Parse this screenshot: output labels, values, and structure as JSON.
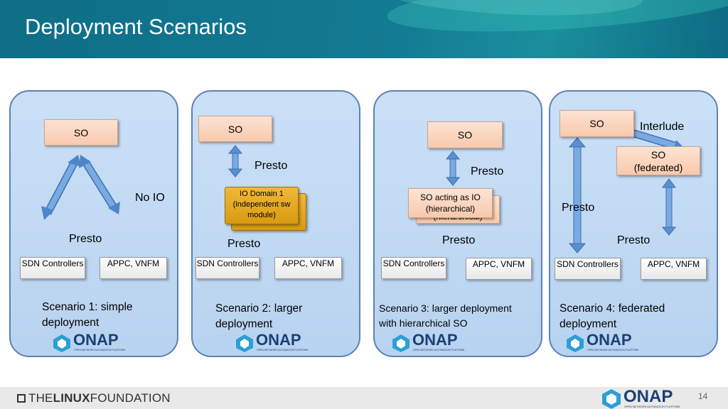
{
  "slide": {
    "title": "Deployment Scenarios",
    "page_number": "14",
    "footer_brand_thin": "THE",
    "footer_brand_bold": "LINUX",
    "footer_brand_rest": "FOUNDATION"
  },
  "onap": {
    "wordmark": "ONAP",
    "tagline": "OPEN NETWORK AUTOMATION PLATFORM"
  },
  "scenario1": {
    "so": "SO",
    "no_io": "No IO",
    "presto": "Presto",
    "sdn": "SDN Controllers",
    "appc": "APPC, VNFM",
    "caption_line1": "Scenario 1: simple",
    "caption_line2": "deployment"
  },
  "scenario2": {
    "so": "SO",
    "presto_top": "Presto",
    "io_domain": "IO Domain 1 (independent sw module)",
    "presto_bottom": "Presto",
    "sdn": "SDN Controllers",
    "appc": "APPC, VNFM",
    "caption_line1": "Scenario 2: larger",
    "caption_line2": "deployment"
  },
  "scenario3": {
    "so": "SO",
    "presto_top": "Presto",
    "so_io": "SO acting as IO (hierarchical)",
    "so_io_back": "(hierarchical)",
    "presto_bottom": "Presto",
    "sdn": "SDN Controllers",
    "appc": "APPC, VNFM",
    "caption_line1": "Scenario 3: larger deployment",
    "caption_line2": "with hierarchical SO"
  },
  "scenario4": {
    "so": "SO",
    "interlude": "Interlude",
    "so_federated_line1": "SO",
    "so_federated_line2": "(federated)",
    "presto_left": "Presto",
    "presto_right": "Presto",
    "sdn": "SDN Controllers",
    "appc": "APPC, VNFM",
    "caption_line1": "Scenario 4: federated",
    "caption_line2": "deployment"
  },
  "colors": {
    "header": "#137b93",
    "panel_fill": "#c3daf4",
    "panel_border": "#5b82b5",
    "box_fill": "#f9d2b9",
    "arrow": "#5b8fd0",
    "onap_blue": "#1b3f77"
  }
}
